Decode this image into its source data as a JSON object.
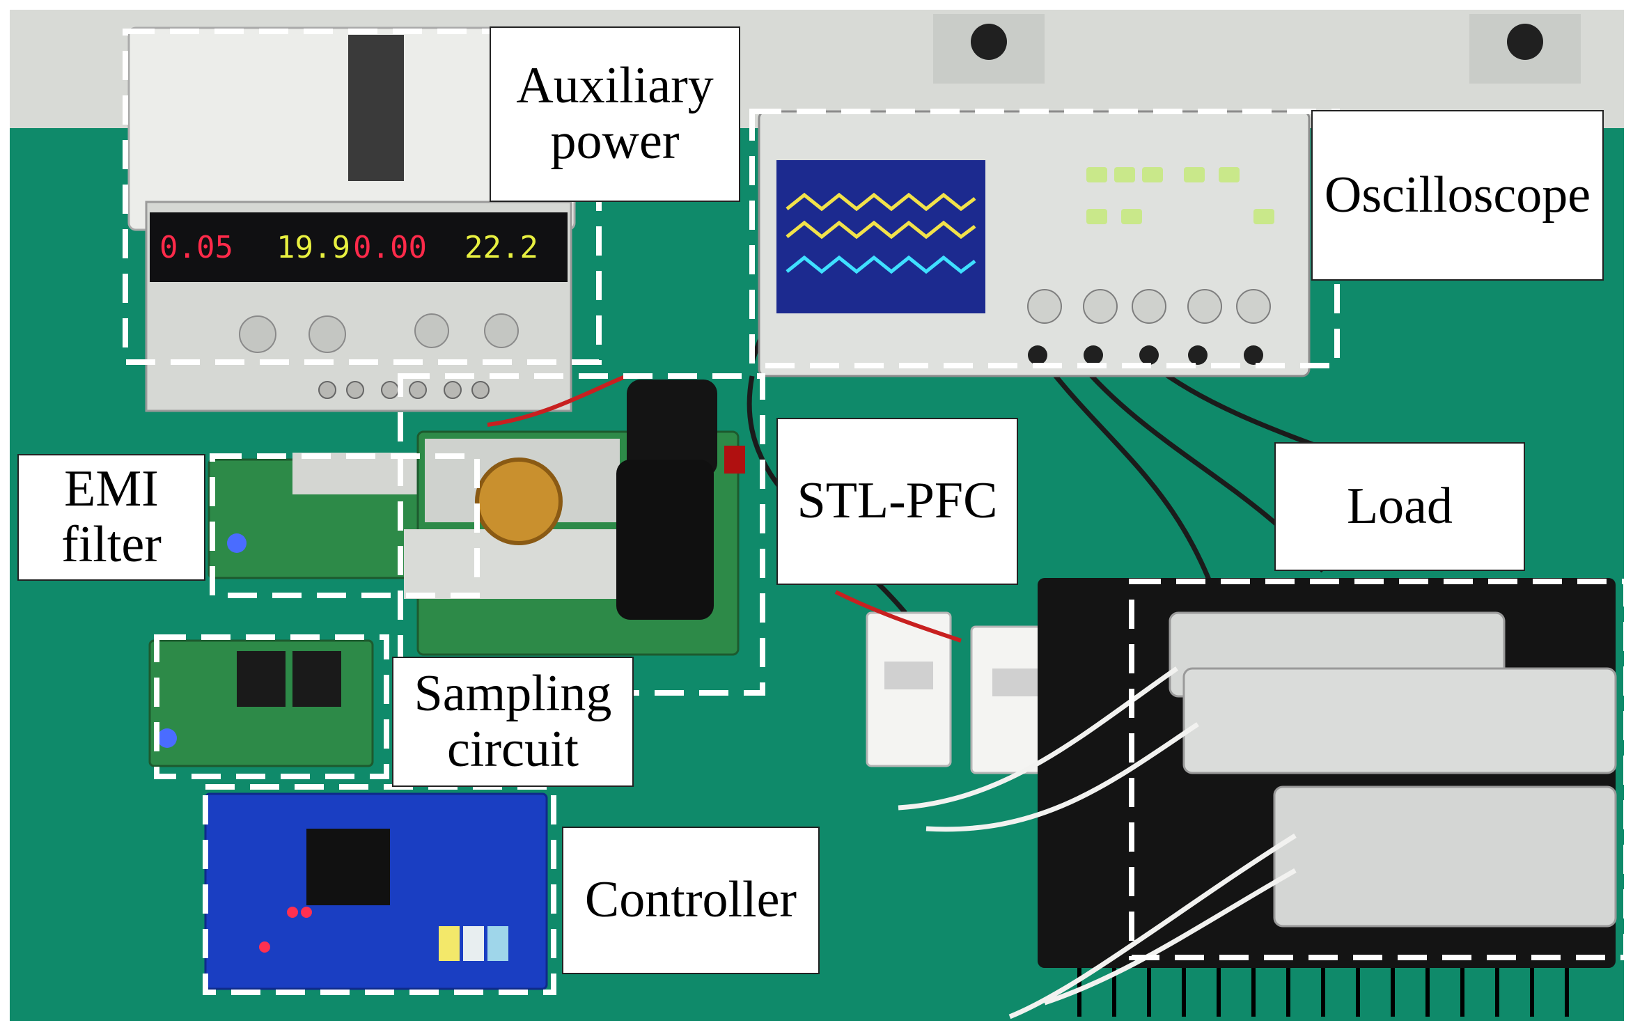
{
  "figure": {
    "labels": {
      "auxiliary_power": [
        "Auxiliary",
        "power"
      ],
      "oscilloscope": "Oscilloscope",
      "emi_filter": [
        "EMI",
        "filter"
      ],
      "stl_pfc": "STL-PFC",
      "load": "Load",
      "sampling_circuit": [
        "Sampling",
        "circuit"
      ],
      "controller": "Controller"
    },
    "power_supply_display": [
      "0.05",
      "19.9",
      "0.00",
      "22.2"
    ],
    "colors": {
      "table": "#0f8a6a",
      "wall": "#d8dad6",
      "dashed_box": "#ffffff",
      "label_bg": "#ffffff",
      "readout_red": "#ff2a4a",
      "readout_yellow": "#e8f040"
    }
  }
}
